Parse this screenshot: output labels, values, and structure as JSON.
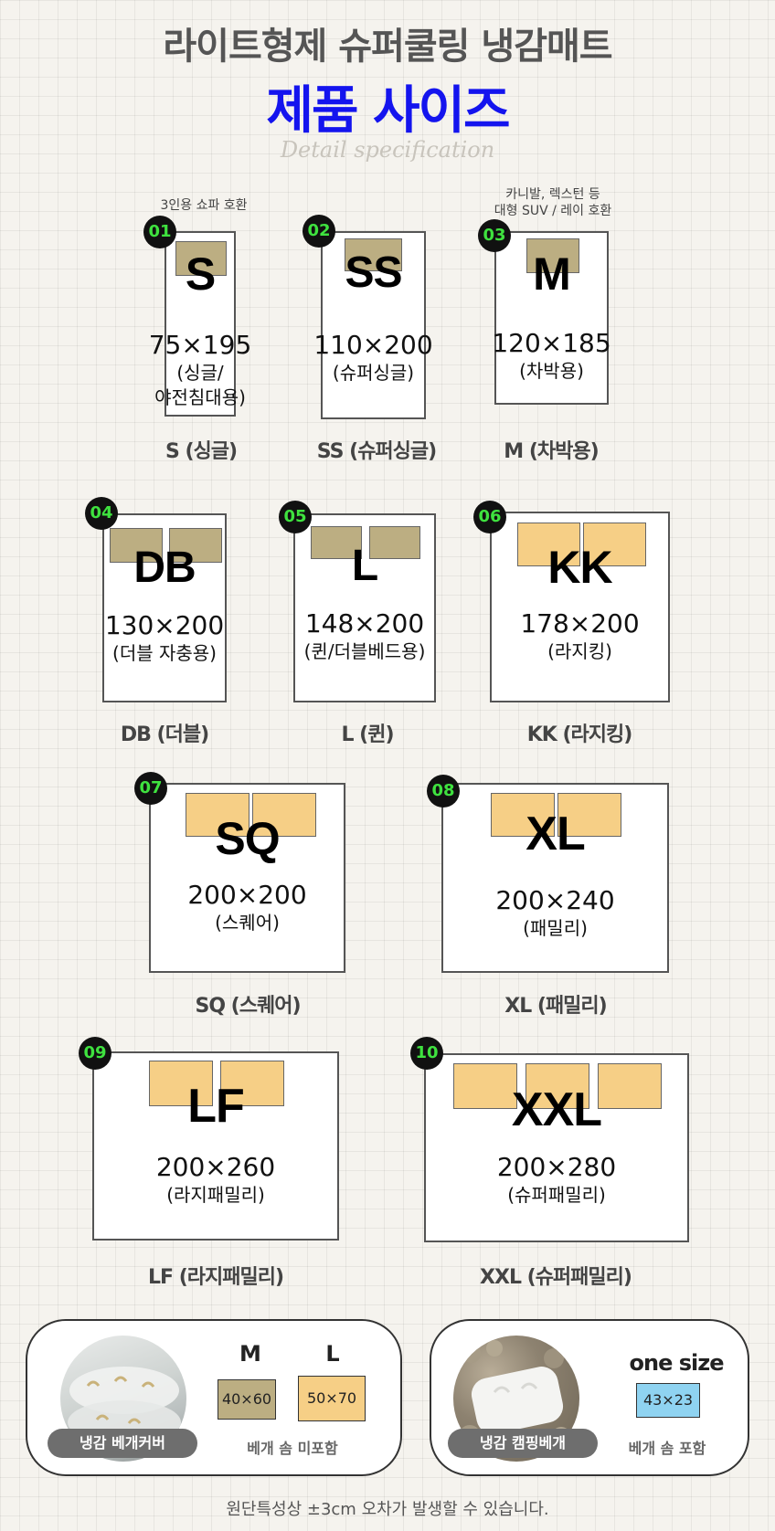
{
  "header": {
    "subtitle": "라이트형제 슈퍼쿨링 냉감매트",
    "title": "제품 사이즈",
    "script": "Detail specification"
  },
  "notes": {
    "s": "3인용 쇼파 호환",
    "m_line1": "카니발, 렉스턴 등",
    "m_line2": "대형 SUV / 레이 호환"
  },
  "sizes": [
    {
      "num": "01",
      "code": "S",
      "dims": "75×195",
      "desc1": "(싱글/",
      "desc2": "야전침대용)",
      "caption": "S (싱글)"
    },
    {
      "num": "02",
      "code": "SS",
      "dims": "110×200",
      "desc1": "(슈퍼싱글)",
      "caption": "SS (슈퍼싱글)"
    },
    {
      "num": "03",
      "code": "M",
      "dims": "120×185",
      "desc1": "(차박용)",
      "caption": "M (차박용)"
    },
    {
      "num": "04",
      "code": "DB",
      "dims": "130×200",
      "desc1": "(더블 자충용)",
      "caption": "DB (더블)"
    },
    {
      "num": "05",
      "code": "L",
      "dims": "148×200",
      "desc1": "(퀸/더블베드용)",
      "caption": "L (퀸)"
    },
    {
      "num": "06",
      "code": "KK",
      "dims": "178×200",
      "desc1": "(라지킹)",
      "caption": "KK (라지킹)"
    },
    {
      "num": "07",
      "code": "SQ",
      "dims": "200×200",
      "desc1": "(스퀘어)",
      "caption": "SQ (스퀘어)"
    },
    {
      "num": "08",
      "code": "XL",
      "dims": "200×240",
      "desc1": "(패밀리)",
      "caption": "XL (패밀리)"
    },
    {
      "num": "09",
      "code": "LF",
      "dims": "200×260",
      "desc1": "(라지패밀리)",
      "caption": "LF (라지패밀리)"
    },
    {
      "num": "10",
      "code": "XXL",
      "dims": "200×280",
      "desc1": "(슈퍼패밀리)",
      "caption": "XXL (슈퍼패밀리)"
    }
  ],
  "pillow_cover": {
    "label": "냉감 베개커버",
    "size_m": "M",
    "size_l": "L",
    "dim_m": "40×60",
    "dim_l": "50×70",
    "note": "베개 솜 미포함"
  },
  "camping_pillow": {
    "label": "냉감 캠핑베개",
    "size": "one size",
    "dim": "43×23",
    "note": "베개 솜 포함"
  },
  "footer": "원단특성상 ±3cm 오차가 발생할 수 있습니다.",
  "colors": {
    "title": "#1414ee",
    "badge_text": "#3fe23f",
    "pillow_gray": "#bcae82",
    "pillow_yellow": "#f6cf86",
    "swatch_blue": "#8fd3f1"
  }
}
